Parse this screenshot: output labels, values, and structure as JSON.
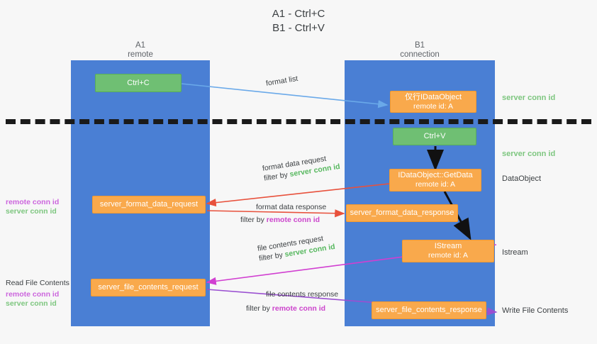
{
  "title": {
    "line1": "A1 - Ctrl+C",
    "line2": "B1 - Ctrl+V"
  },
  "columns": [
    {
      "name": "A1",
      "role": "remote"
    },
    {
      "name": "B1",
      "role": "connection"
    }
  ],
  "nodes": {
    "ctrl_c": {
      "label": "Ctrl+C"
    },
    "ctrl_v": {
      "label": "Ctrl+V"
    },
    "idataobject": {
      "label": "仅行IDataObject",
      "sub": "remote id: A"
    },
    "getdata": {
      "label": "IDataObject::GetData",
      "sub": "remote id: A"
    },
    "istream": {
      "label": "IStream",
      "sub": "remote id: A"
    },
    "format_data_request": {
      "label": "server_format_data_request"
    },
    "format_data_response": {
      "label": "server_format_data_response"
    },
    "file_contents_request": {
      "label": "server_file_contents_request"
    },
    "file_contents_response": {
      "label": "server_file_contents_response"
    }
  },
  "edges": {
    "format_list": {
      "label": "format list"
    },
    "format_data_request": {
      "label": "format data request",
      "filter_prefix": "filter by ",
      "filter_value": "server conn id"
    },
    "format_data_response": {
      "label": "format data response",
      "filter_prefix": "filter by ",
      "filter_value": "remote conn id"
    },
    "file_contents_request": {
      "label": "file contents request",
      "filter_prefix": "filter by ",
      "filter_value": "server conn id"
    },
    "file_contents_response": {
      "label": "file contents response",
      "filter_prefix": "filter by ",
      "filter_value": "remote conn id"
    }
  },
  "left_labels": {
    "format_remote": "remote conn id",
    "format_server": "server conn id",
    "read_file_contents": "Read File Contents",
    "file_remote": "remote conn id",
    "file_server": "server conn id"
  },
  "right_labels": {
    "server_conn_id_top": "server conn id",
    "server_conn_id_mid": "server conn id",
    "dataobject": "DataObject",
    "istream": "Istream",
    "write_file_contents": "Write File Contents"
  },
  "colors": {
    "lane": "#4a7fd4",
    "green_node": "#6fbf73",
    "orange_node": "#f9a94c",
    "server_conn_id": "#57b85f",
    "remote_conn_id": "#cc44cc",
    "arrow_blue": "#6aa9e9",
    "arrow_red": "#e8513c",
    "arrow_magenta": "#d13fd1",
    "arrow_purple": "#9a4fd1",
    "arrow_black": "#1a1a1a",
    "background": "#f7f7f7"
  }
}
